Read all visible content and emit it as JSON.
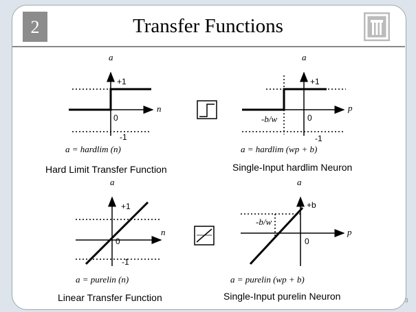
{
  "slide": {
    "number": "2",
    "title": "Transfer Functions",
    "page": "3"
  },
  "plots": [
    {
      "id": "hardlim",
      "ylabel": "a",
      "xlabel": "n",
      "plus": "+1",
      "zero": "0",
      "minus": "-1",
      "formula": "a = hardlim (n)",
      "caption": "Hard Limit Transfer Function"
    },
    {
      "id": "hardlim-neuron",
      "ylabel": "a",
      "xlabel": "p",
      "plus": "+1",
      "zero": "0",
      "minus": "-1",
      "offset": "-b/w",
      "formula": "a = hardlim (wp + b)",
      "caption": "Single-Input hardlim Neuron"
    },
    {
      "id": "purelin",
      "ylabel": "a",
      "xlabel": "n",
      "plus": "+1",
      "zero": "0",
      "minus": "-1",
      "formula": "a = purelin (n)",
      "caption": "Linear Transfer Function"
    },
    {
      "id": "purelin-neuron",
      "ylabel": "a",
      "xlabel": "p",
      "plus": "+b",
      "zero": "0",
      "offset": "-b/w",
      "formula": "a = purelin (wp + b)",
      "caption": "Single-Input purelin Neuron"
    }
  ],
  "icons": {
    "step": "hardlim-symbol-icon",
    "linear": "purelin-symbol-icon"
  }
}
